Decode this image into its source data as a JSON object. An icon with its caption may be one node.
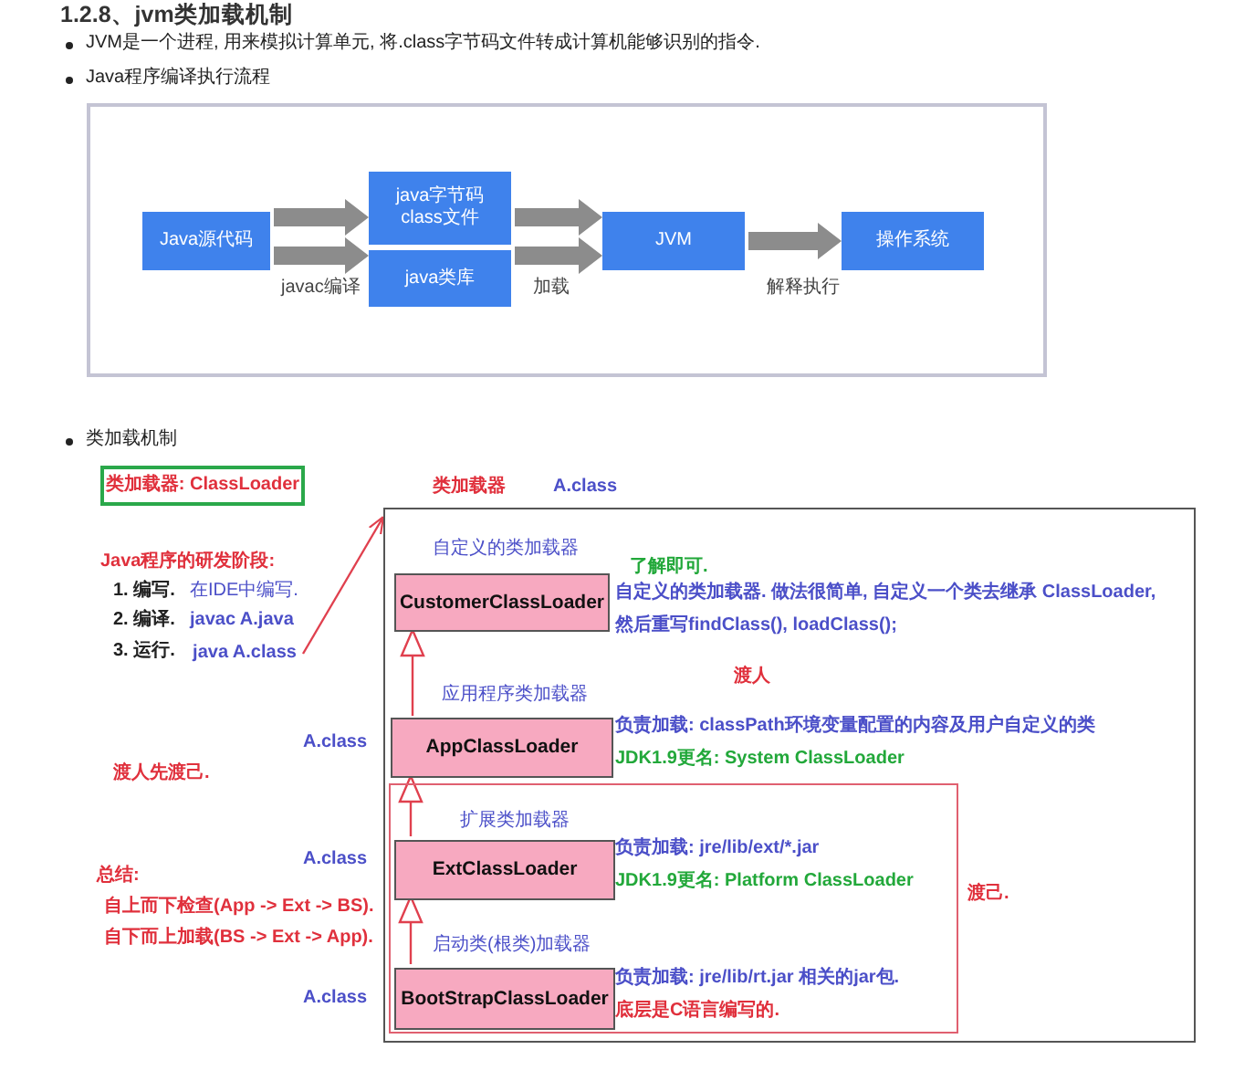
{
  "diagram": {
    "title": "1.2.8、jvm类加载机制",
    "nodes": [
      {
        "text": [
          "Java源代码"
        ]
      },
      {
        "text": [
          "java字节码",
          "class文件"
        ]
      },
      {
        "text": [
          "java类库"
        ]
      },
      {
        "text": [
          "JVM"
        ]
      },
      {
        "text": [
          "操作系统"
        ]
      },
      {
        "text": [
          "类加载器: ClassLoader"
        ]
      },
      {
        "text": [],
        "shape": "box"
      },
      {
        "text": [
          "CustomerClassLoader"
        ],
        "in": 6,
        "beside": [
          "自定义的类加载器",
          "自定义的类加载器. 做法很简单, 自定义一个类去继承 ClassLoader, 然后重写findClass(), loadClass();"
        ]
      },
      {
        "text": [
          "AppClassLoader"
        ],
        "in": 6,
        "beside": [
          "应用程序类加载器",
          "负责加载: classPath环境变量配置的内容及用户自定义的类",
          "JDK1.9更名: System ClassLoader"
        ]
      },
      {
        "text": [],
        "shape": "box",
        "in": 6
      },
      {
        "text": [
          "ExtClassLoader"
        ],
        "in": 9,
        "beside": [
          "扩展类加载器",
          "负责加载: jre/lib/ext/*.jar",
          "JDK1.9更名: Platform ClassLoader"
        ]
      },
      {
        "text": [
          "BootStrapClassLoader"
        ],
        "in": 9,
        "beside": [
          "启动类(根类)加载器",
          "负责加载: jre/lib/rt.jar 相关的jar包.",
          "底层是C语言编写的."
        ]
      },
      {
        "text": [
          "java A.class"
        ]
      }
    ],
    "edges": [
      {
        "from": 0,
        "to": 1,
        "arrow": "to",
        "label": "javac编译",
        "style": "thick"
      },
      {
        "from": 0,
        "to": 2,
        "arrow": "to",
        "style": "thick"
      },
      {
        "from": 1,
        "to": 3,
        "arrow": "to",
        "label": "加载",
        "style": "thick"
      },
      {
        "from": 2,
        "to": 3,
        "arrow": "to",
        "style": "thick"
      },
      {
        "from": 3,
        "to": 4,
        "arrow": "to",
        "label": "解释执行",
        "style": "thick"
      },
      {
        "from": 8,
        "to": 7,
        "arrow": "to",
        "color": "#e0404e"
      },
      {
        "from": 10,
        "to": 8,
        "arrow": "to",
        "color": "#e0404e"
      },
      {
        "from": 11,
        "to": 10,
        "arrow": "to",
        "color": "#e0404e"
      },
      {
        "from": 12,
        "to": 6,
        "arrow": "to",
        "color": "#e0404e"
      }
    ],
    "labels": [
      "JVM是一个进程, 用来模拟计算单元, 将.class字节码文件转成计算机能够识别的指令.",
      "Java程序编译执行流程",
      "类加载机制",
      "类加载器",
      "A.class",
      "Java程序的研发阶段:",
      "了解即可.",
      "1. 编写.",
      "在IDE中编写.",
      "2. 编译.",
      "javac A.java",
      "3. 运行.",
      "渡人",
      "A.class",
      "渡人先渡己.",
      "A.class",
      "总结:",
      "渡己.",
      "自上而下检查(App -> Ext -> BS).",
      "自下而上加载(BS -> Ext -> App).",
      "A.class"
    ]
  }
}
